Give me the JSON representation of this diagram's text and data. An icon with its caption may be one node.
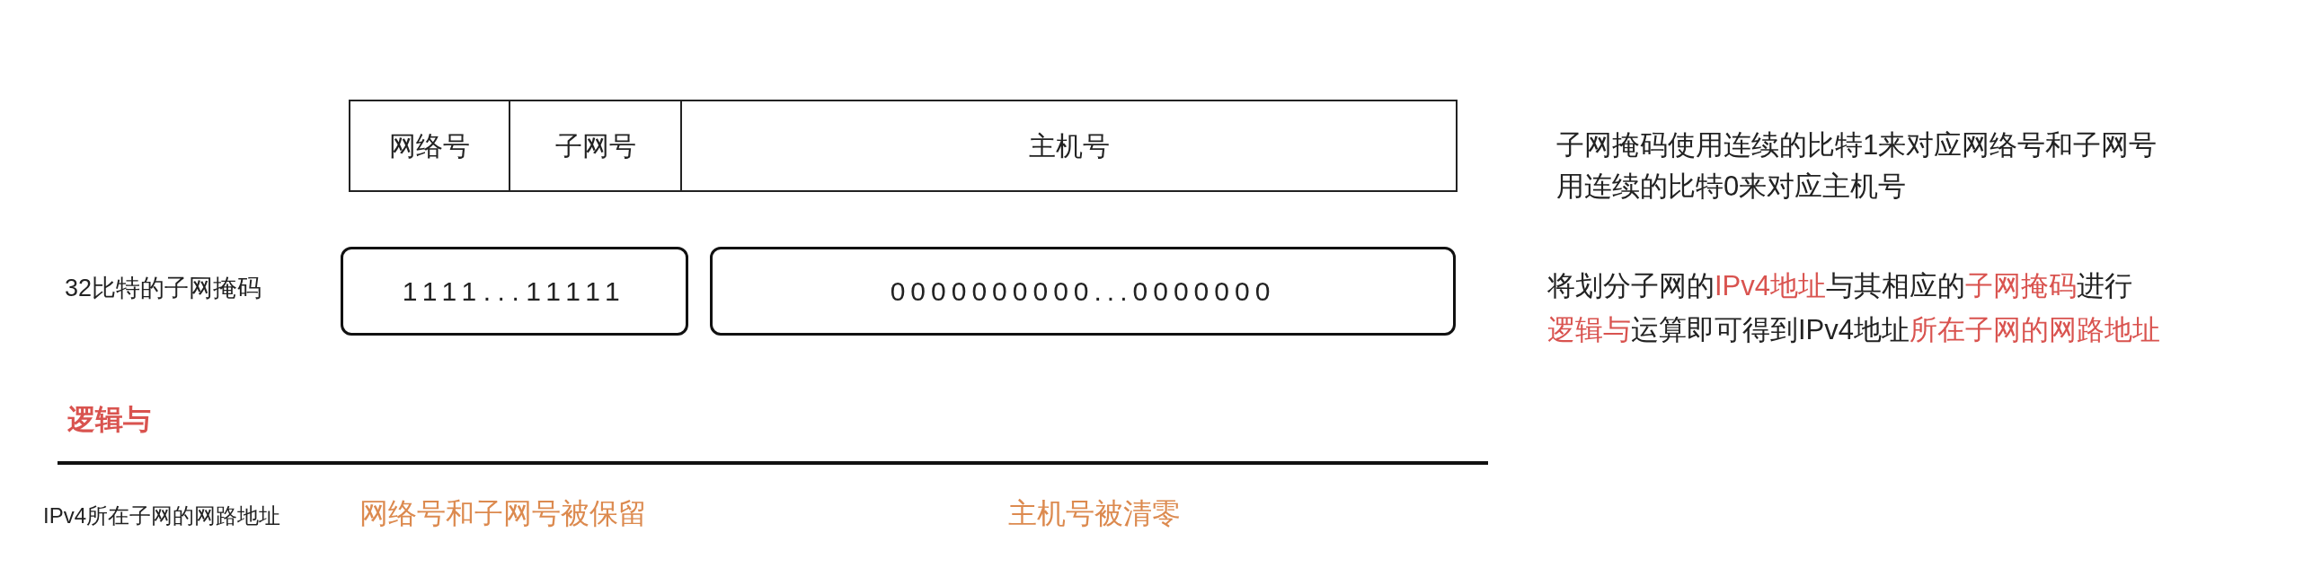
{
  "diagram": {
    "nodes": [
      {
        "text": [
          "网络号"
        ]
      },
      {
        "text": [
          "子网号"
        ]
      },
      {
        "text": [
          "主机号"
        ]
      },
      {
        "text": [
          "1111...11111"
        ]
      },
      {
        "text": [
          "0000000000...0000000"
        ]
      }
    ],
    "edges": [],
    "labels": [
      "子网掩码使用连续的比特1来对应网络号和子网号",
      "用连续的比特0来对应主机号",
      "32比特的子网掩码",
      "将划分子网的**IPv4地址**与其相应的**子网掩码**进行",
      "**逻辑与**运算即可得到IPv4地址**所在子网的网路地址**",
      "逻辑与",
      "IPv4所在子网的网路地址",
      "网络号和子网号被保留",
      "主机号被清零"
    ]
  }
}
